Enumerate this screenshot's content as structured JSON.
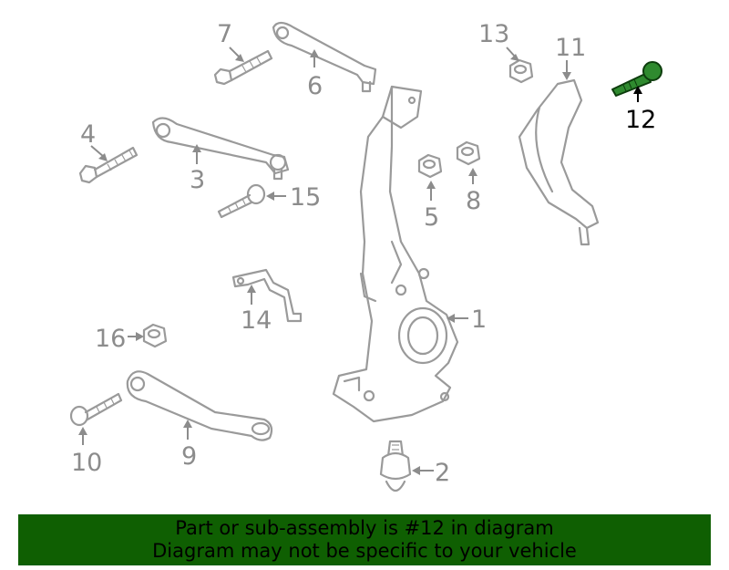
{
  "callouts": {
    "c1": "1",
    "c2": "2",
    "c3": "3",
    "c4": "4",
    "c5": "5",
    "c6": "6",
    "c7": "7",
    "c8": "8",
    "c9": "9",
    "c10": "10",
    "c11": "11",
    "c12": "12",
    "c13": "13",
    "c14": "14",
    "c15": "15",
    "c16": "16"
  },
  "highlighted_part": "12",
  "colors": {
    "highlight": "#2f8a2f",
    "banner": "#0f5f02",
    "outline": "#9a9a9a"
  },
  "banner": {
    "line1": "Part or sub-assembly is #12 in diagram",
    "line2": "Diagram may not be specific to your vehicle"
  }
}
